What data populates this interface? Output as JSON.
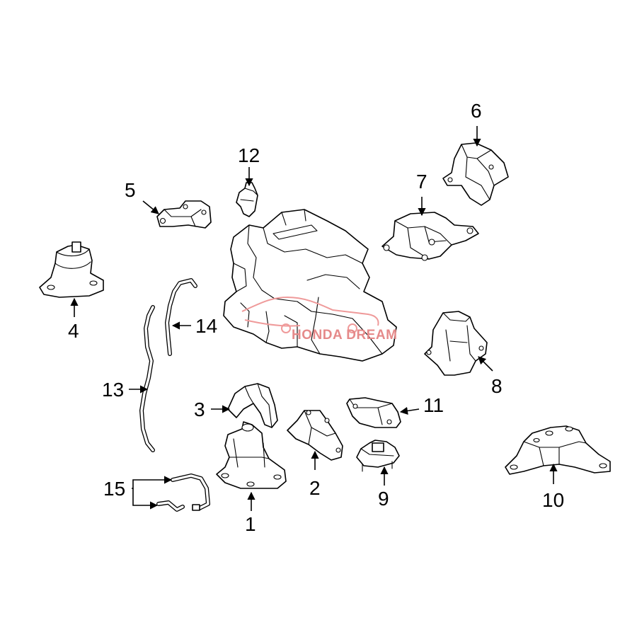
{
  "watermark": {
    "text": "HONDA DREAM",
    "color": "#e58a8a"
  },
  "callouts": [
    "1",
    "2",
    "3",
    "4",
    "5",
    "6",
    "7",
    "8",
    "9",
    "10",
    "11",
    "12",
    "13",
    "14",
    "15"
  ]
}
